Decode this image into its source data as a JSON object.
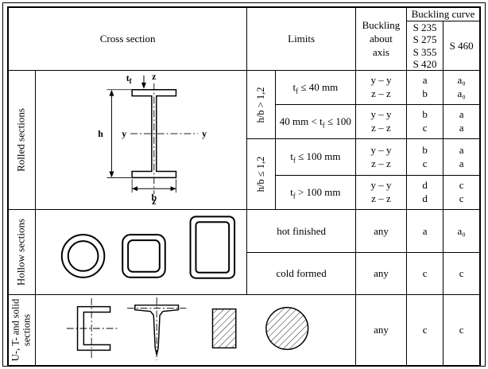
{
  "header": {
    "cross_section": "Cross section",
    "limits": "Limits",
    "axis": "Buckling\nabout\naxis",
    "curve": "Buckling curve",
    "grades_low": "S 235\nS 275\nS 355\nS 420",
    "grade_high": "S 460"
  },
  "rolled": {
    "label": "Rolled sections",
    "groups": [
      {
        "label": "h/b > 1,2"
      },
      {
        "label": "h/b ≤ 1,2"
      }
    ],
    "rows": [
      {
        "limit": [
          "t",
          "f",
          " ≤ 40 mm"
        ],
        "axes": "y – y\nz – z",
        "low": "a\nb",
        "high": "a₀\na₀"
      },
      {
        "limit": [
          "40 mm < t",
          "f",
          " ≤ 100"
        ],
        "axes": "y – y\nz – z",
        "low": "b\nc",
        "high": "a\na"
      },
      {
        "limit": [
          "t",
          "f",
          " ≤ 100 mm"
        ],
        "axes": "y – y\nz – z",
        "low": "b\nc",
        "high": "a\na"
      },
      {
        "limit": [
          "t",
          "f",
          " > 100 mm"
        ],
        "axes": "y – y\nz – z",
        "low": "d\nd",
        "high": "c\nc"
      }
    ]
  },
  "hollow": {
    "label": "Hollow sections",
    "rows": [
      {
        "limit": "hot finished",
        "axis": "any",
        "low": "a",
        "high": "a₀"
      },
      {
        "limit": "cold formed",
        "axis": "any",
        "low": "c",
        "high": "c"
      }
    ]
  },
  "other": {
    "label": "U-, T- and solid sections",
    "row": {
      "axis": "any",
      "low": "c",
      "high": "c"
    }
  },
  "diagram_labels": {
    "z": "z",
    "y": "y",
    "h": "h",
    "b": "b",
    "t": "t",
    "f": "f"
  }
}
